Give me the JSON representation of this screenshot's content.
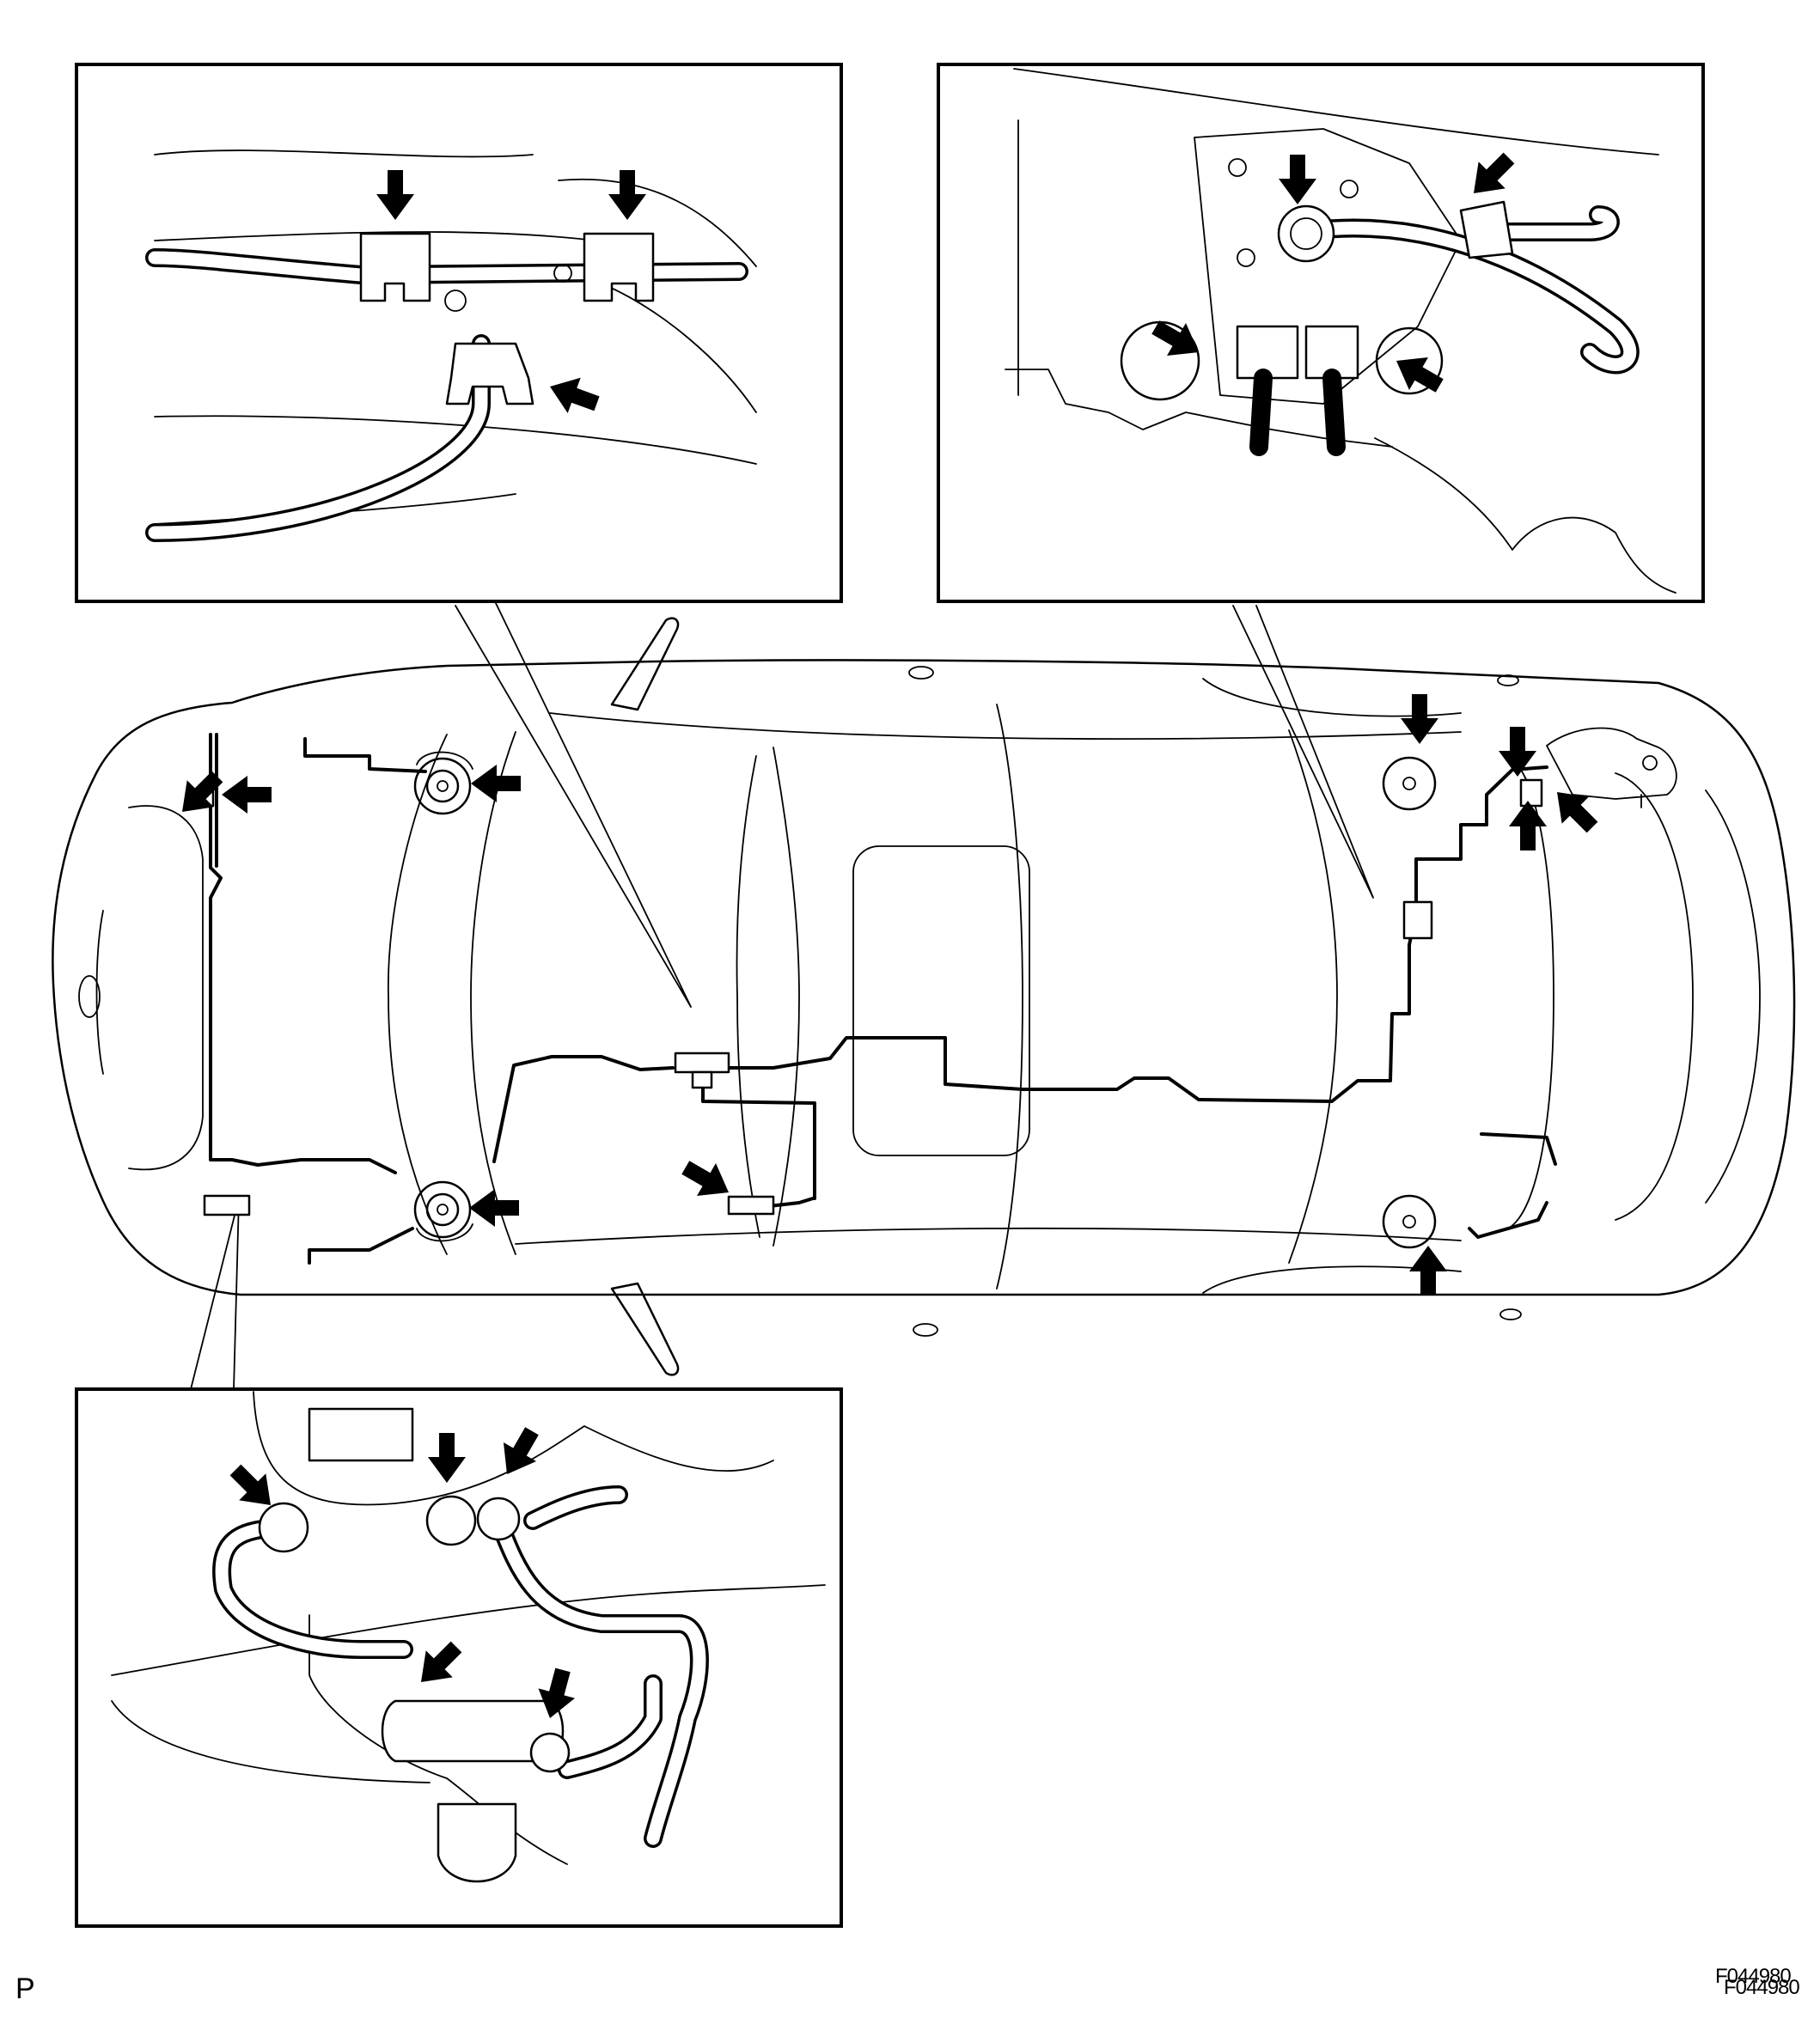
{
  "page_marker": "P",
  "figure_code": "F044980",
  "figure_code_overprint": "F044980",
  "icons": {
    "callout_arrow": "bold-arrow-icon"
  },
  "colors": {
    "line": "#000000",
    "background": "#ffffff"
  }
}
